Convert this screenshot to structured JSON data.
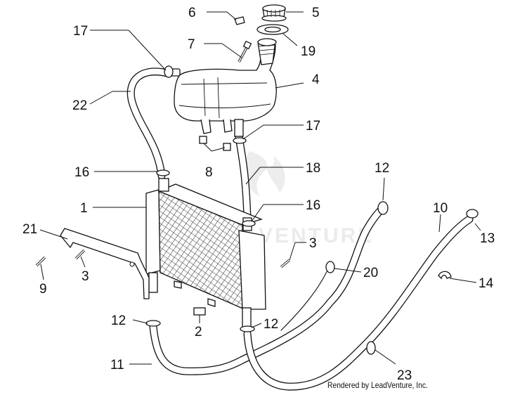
{
  "diagram": {
    "credit": "Rendered by LeadVenture, Inc.",
    "watermark": "VENTURE",
    "colors": {
      "line": "#111111",
      "hose": "#ffffff",
      "watermark": "#d9d9d9"
    },
    "callouts": [
      {
        "id": "1",
        "label": "1"
      },
      {
        "id": "2",
        "label": "2"
      },
      {
        "id": "3a",
        "label": "3"
      },
      {
        "id": "3b",
        "label": "3"
      },
      {
        "id": "4",
        "label": "4"
      },
      {
        "id": "5",
        "label": "5"
      },
      {
        "id": "6",
        "label": "6"
      },
      {
        "id": "7",
        "label": "7"
      },
      {
        "id": "8",
        "label": "8"
      },
      {
        "id": "9",
        "label": "9"
      },
      {
        "id": "10",
        "label": "10"
      },
      {
        "id": "11",
        "label": "11"
      },
      {
        "id": "12a",
        "label": "12"
      },
      {
        "id": "12b",
        "label": "12"
      },
      {
        "id": "12c",
        "label": "12"
      },
      {
        "id": "13",
        "label": "13"
      },
      {
        "id": "14",
        "label": "14"
      },
      {
        "id": "16a",
        "label": "16"
      },
      {
        "id": "16b",
        "label": "16"
      },
      {
        "id": "17a",
        "label": "17"
      },
      {
        "id": "17b",
        "label": "17"
      },
      {
        "id": "18",
        "label": "18"
      },
      {
        "id": "19",
        "label": "19"
      },
      {
        "id": "20",
        "label": "20"
      },
      {
        "id": "21",
        "label": "21"
      },
      {
        "id": "22",
        "label": "22"
      },
      {
        "id": "23",
        "label": "23"
      }
    ]
  }
}
